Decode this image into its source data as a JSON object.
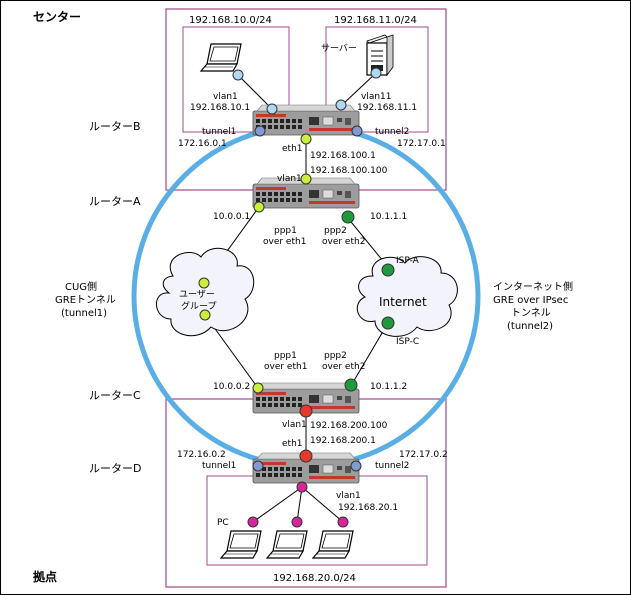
{
  "areas": {
    "center": "センター",
    "branch": "拠点"
  },
  "routers": {
    "b": "ルーターB",
    "a": "ルーターA",
    "c": "ルーターC",
    "d": "ルーターD"
  },
  "center_net": {
    "net_left": "192.168.10.0/24",
    "net_right": "192.168.11.0/24",
    "server_label": "サーバー",
    "b_vlan1": "vlan1",
    "b_vlan1_ip": "192.168.10.1",
    "b_vlan11": "vlan11",
    "b_vlan11_ip": "192.168.11.1",
    "b_tunnel1": "tunnel1",
    "b_tunnel1_ip": "172.16.0.1",
    "b_tunnel2": "tunnel2",
    "b_tunnel2_ip": "172.17.0.1",
    "b_eth1": "eth1",
    "b_eth1_ip": "192.168.100.1",
    "a_vlan1": "vlan1",
    "a_vlan1_ip": "192.168.100.100"
  },
  "middle": {
    "a_ppp1_ip": "10.0.0.1",
    "a_ppp1_l1": "ppp1",
    "a_ppp1_l2": "over eth1",
    "a_ppp2_ip": "10.1.1.1",
    "a_ppp2_l1": "ppp2",
    "a_ppp2_l2": "over eth2",
    "user_group": "ユーザー\nグループ",
    "internet": "Internet",
    "isp_a": "ISP-A",
    "isp_c": "ISP-C",
    "cug_l1": "CUG側",
    "cug_l2": "GREトンネル",
    "cug_l3": "(tunnel1)",
    "inet_l1": "インターネット側",
    "inet_l2": "GRE over IPsec",
    "inet_l3": "トンネル",
    "inet_l4": "(tunnel2)",
    "c_ppp1_l1": "ppp1",
    "c_ppp1_l2": "over eth1",
    "c_ppp1_ip": "10.0.0.2",
    "c_ppp2_l1": "ppp2",
    "c_ppp2_l2": "over eth2",
    "c_ppp2_ip": "10.1.1.2"
  },
  "branch_net": {
    "c_vlan1": "vlan1",
    "c_vlan1_ip": "192.168.200.100",
    "d_eth1": "eth1",
    "d_eth1_ip": "192.168.200.1",
    "d_tunnel1": "tunnel1",
    "d_tunnel1_ip": "172.16.0.2",
    "d_tunnel2": "tunnel2",
    "d_tunnel2_ip": "172.17.0.2",
    "d_vlan1": "vlan1",
    "d_vlan1_ip": "192.168.20.1",
    "pc_label": "PC",
    "net": "192.168.20.0/24"
  },
  "colors": {
    "tunnel_ring": "#5aaee6",
    "frame": "#a0488e",
    "if_blue": "#aed8f5",
    "if_green_light": "#c9ef3b",
    "if_green_dark": "#1e9a3c",
    "if_red": "#e23a2c",
    "if_slate": "#7f9bd2",
    "if_pink": "#d7269b",
    "cloud_bg": "#f3f3fb"
  }
}
